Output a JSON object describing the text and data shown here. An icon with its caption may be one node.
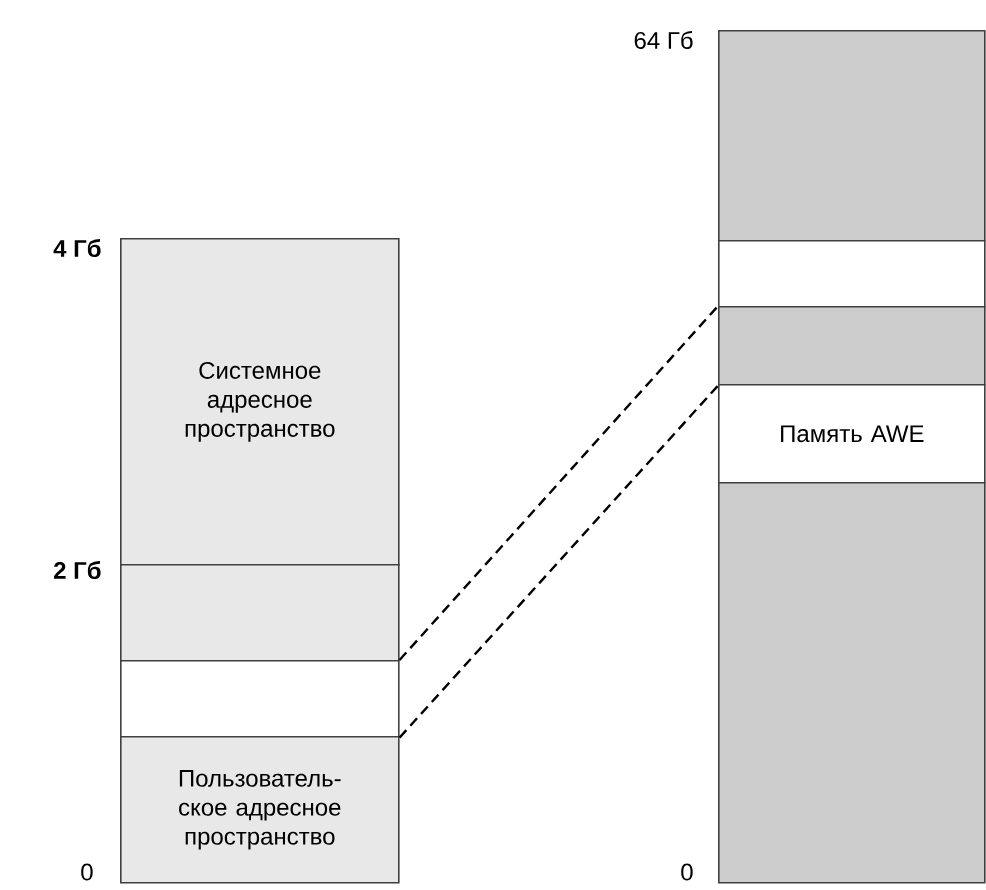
{
  "diagram": {
    "nodes": [
      {
        "text": [
          "Системное адресное пространство"
        ]
      },
      {
        "text": [],
        "shape": "box"
      },
      {
        "text": [],
        "shape": "box"
      },
      {
        "text": [
          "Пользователь- ское адресное пространство"
        ]
      },
      {
        "text": [],
        "shape": "box"
      },
      {
        "text": [],
        "shape": "box"
      },
      {
        "text": [],
        "shape": "box"
      },
      {
        "text": [
          "Память AWE"
        ]
      },
      {
        "text": [],
        "shape": "box"
      }
    ],
    "edges": [
      {
        "from": 2,
        "to": 6,
        "arrow": "none",
        "style": "dashed"
      },
      {
        "from": 2,
        "to": 6,
        "arrow": "none",
        "style": "dashed"
      }
    ],
    "labels": [
      "64 Гб",
      "4 Гб",
      "2 Гб",
      "0",
      "0"
    ]
  }
}
